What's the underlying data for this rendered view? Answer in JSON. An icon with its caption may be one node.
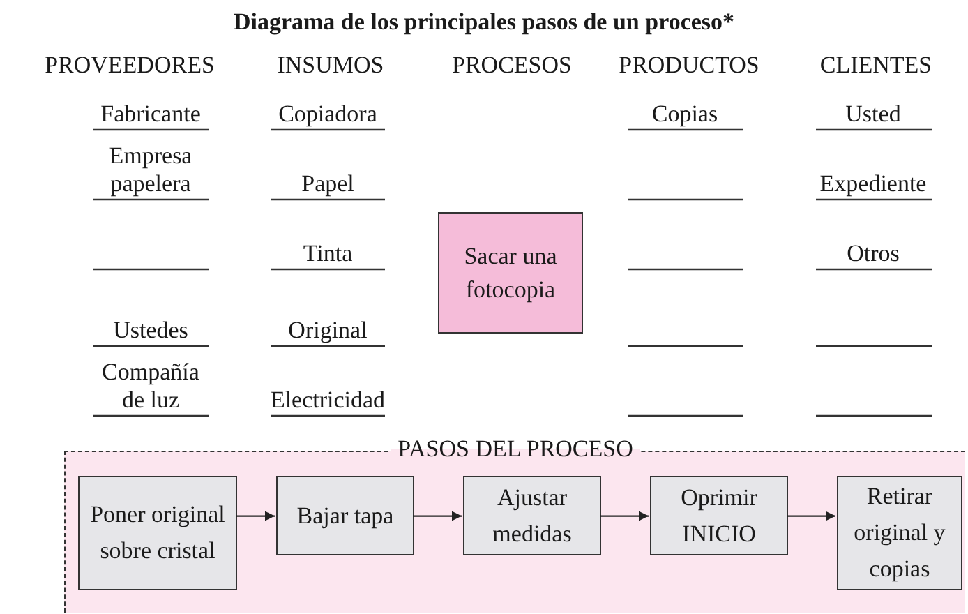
{
  "diagram": {
    "title": "Diagrama de los principales pasos de un proceso*",
    "nodes": [
      {
        "text": [
          "Sacar una fotocopia"
        ]
      },
      {
        "text": [
          "PASOS DEL PROCESO"
        ]
      },
      {
        "text": [
          "Poner original sobre cristal"
        ],
        "in": 1
      },
      {
        "text": [
          "Bajar tapa"
        ],
        "in": 1
      },
      {
        "text": [
          "Ajustar medidas"
        ],
        "in": 1
      },
      {
        "text": [
          "Oprimir INICIO"
        ],
        "in": 1
      },
      {
        "text": [
          "Retirar original y copias"
        ],
        "in": 1
      }
    ],
    "edges": [
      {
        "from": 2,
        "to": 3,
        "arrow": "to"
      },
      {
        "from": 3,
        "to": 4,
        "arrow": "to"
      },
      {
        "from": 4,
        "to": 5,
        "arrow": "to"
      },
      {
        "from": 5,
        "to": 6,
        "arrow": "to"
      }
    ],
    "labels": [
      "PROVEEDORES",
      "INSUMOS",
      "PROCESOS",
      "PRODUCTOS",
      "CLIENTES",
      "Fabricante",
      "Copiadora",
      "Copias",
      "Usted",
      "Empresa papelera",
      "Papel",
      "Expediente",
      "Tinta",
      "Otros",
      "Ustedes",
      "Original",
      "Compañía de luz",
      "Electricidad"
    ]
  }
}
